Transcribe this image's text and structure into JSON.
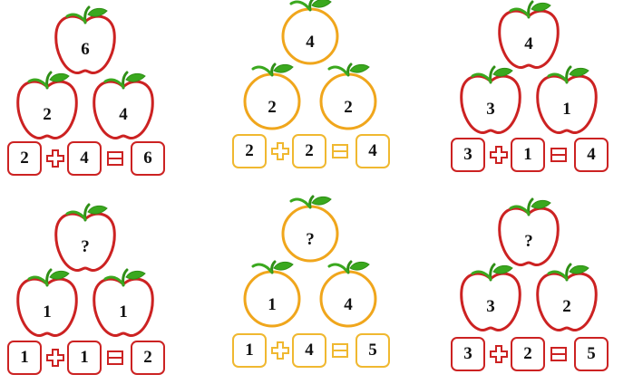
{
  "colors": {
    "apple_red": "#cc2222",
    "orange_ring": "#f0a61c",
    "orange_box": "#f0b830",
    "leaf_green": "#3aa81e",
    "stem_green": "#2f8f16"
  },
  "groups": [
    {
      "fruit": "apple",
      "top": "6",
      "left": "2",
      "right": "4",
      "eq": {
        "a": "2",
        "b": "4",
        "c": "6"
      }
    },
    {
      "fruit": "orange",
      "top": "4",
      "left": "2",
      "right": "2",
      "eq": {
        "a": "2",
        "b": "2",
        "c": "4"
      }
    },
    {
      "fruit": "apple",
      "top": "4",
      "left": "3",
      "right": "1",
      "eq": {
        "a": "3",
        "b": "1",
        "c": "4"
      }
    },
    {
      "fruit": "apple",
      "top": "?",
      "left": "1",
      "right": "1",
      "eq": {
        "a": "1",
        "b": "1",
        "c": "2"
      }
    },
    {
      "fruit": "orange",
      "top": "?",
      "left": "1",
      "right": "4",
      "eq": {
        "a": "1",
        "b": "4",
        "c": "5"
      }
    },
    {
      "fruit": "apple",
      "top": "?",
      "left": "3",
      "right": "2",
      "eq": {
        "a": "3",
        "b": "2",
        "c": "5"
      }
    }
  ],
  "icons": {
    "plus": "plus-icon",
    "equals": "equals-icon"
  }
}
